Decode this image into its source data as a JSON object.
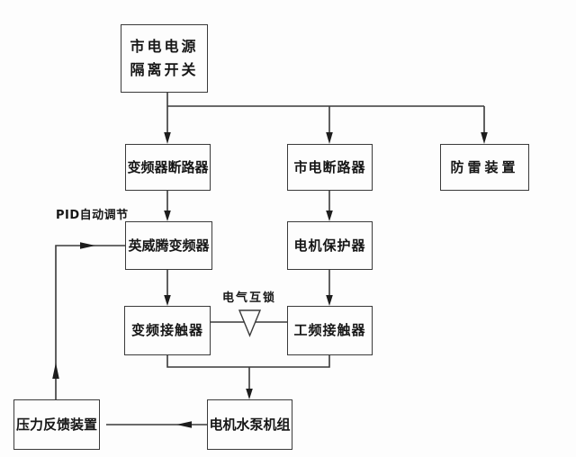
{
  "colors": {
    "background": "#fdfdfd",
    "line": "#3a3a3a",
    "text": "#161616",
    "box_fill": "#fdfdfd"
  },
  "nodes": {
    "mains_isolator": {
      "line1": "市电电源",
      "line2": "隔离开关"
    },
    "inverter_breaker": {
      "label": "变频器断路器"
    },
    "mains_breaker": {
      "label": "市电断路器"
    },
    "lightning_protection": {
      "label": "防雷装置"
    },
    "invt_inverter": {
      "label": "英威腾变频器"
    },
    "motor_protector": {
      "label": "电机保护器"
    },
    "vfd_contactor": {
      "label": "变频接触器"
    },
    "mains_contactor": {
      "label": "工频接触器"
    },
    "motor_pump_unit": {
      "label": "电机水泵机组"
    },
    "pressure_feedback": {
      "label": "压力反馈装置"
    }
  },
  "annotations": {
    "pid": "PID自动调节",
    "interlock": "电气互锁"
  },
  "connections": [
    "mains_isolator -> inverter_breaker",
    "mains_isolator -> mains_breaker",
    "mains_isolator -> lightning_protection",
    "inverter_breaker -> invt_inverter",
    "mains_breaker -> motor_protector",
    "invt_inverter -> vfd_contactor",
    "motor_protector -> mains_contactor",
    "vfd_contactor <-interlock-> mains_contactor",
    "vfd_contactor + mains_contactor -> motor_pump_unit",
    "motor_pump_unit -> pressure_feedback",
    "pressure_feedback -> invt_inverter"
  ]
}
